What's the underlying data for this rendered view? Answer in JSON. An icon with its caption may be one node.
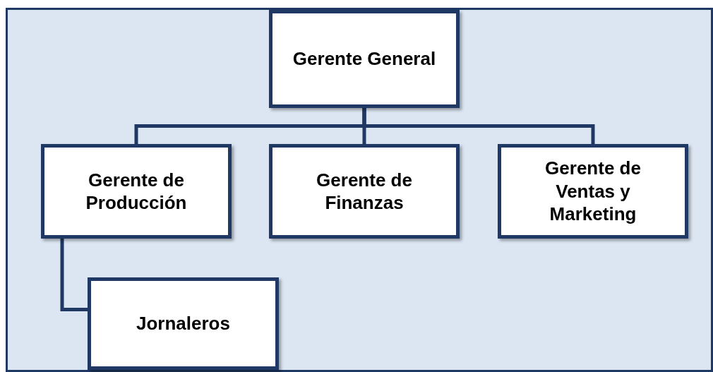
{
  "diagram": {
    "nodes": [
      {
        "text": [
          "Gerente General"
        ]
      },
      {
        "text": [
          "Gerente de Producción"
        ]
      },
      {
        "text": [
          "Gerente de Finanzas"
        ]
      },
      {
        "text": [
          "Gerente de Ventas y Marketing"
        ]
      },
      {
        "text": [
          "Jornaleros"
        ]
      }
    ],
    "edges": [
      {
        "from": 0,
        "to": 1,
        "arrow": "none"
      },
      {
        "from": 0,
        "to": 2,
        "arrow": "none"
      },
      {
        "from": 0,
        "to": 3,
        "arrow": "none"
      },
      {
        "from": 1,
        "to": 4,
        "arrow": "none"
      }
    ]
  }
}
